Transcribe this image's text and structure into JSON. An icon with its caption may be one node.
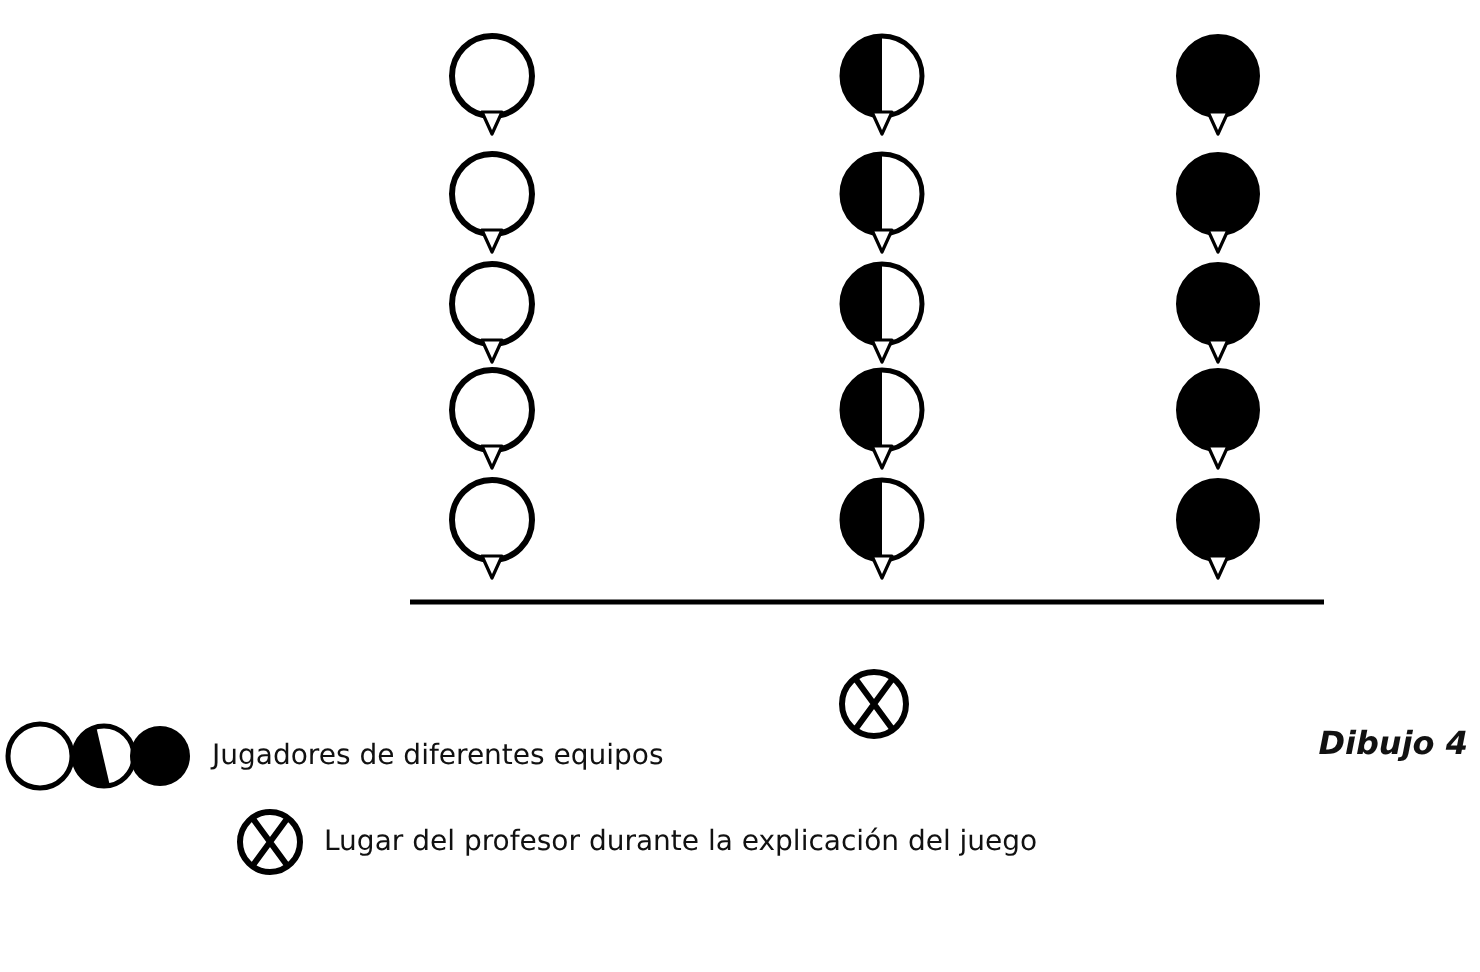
{
  "diagram": {
    "caption": "Dibujo 4",
    "legend": [
      {
        "text": "Jugadores de diferentes equipos"
      },
      {
        "text": "Lugar del profesor durante la explicación del juego"
      }
    ]
  }
}
